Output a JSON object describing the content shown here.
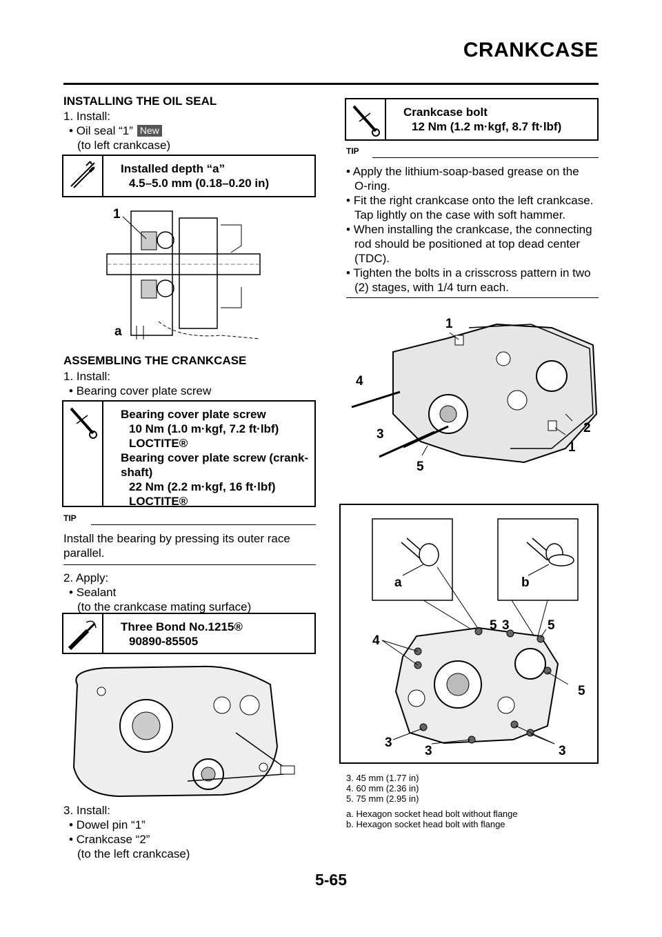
{
  "header": {
    "title": "CRANKCASE",
    "page_number": "5-65"
  },
  "left": {
    "oil_seal": {
      "title": "INSTALLING THE OIL SEAL",
      "step1": "1. Install:",
      "item": "Oil seal “1”",
      "new_badge": "New",
      "note": "(to left crankcase)",
      "spec_title": "Installed depth “a”",
      "spec_value": "4.5–5.0 mm (0.18–0.20 in)",
      "figure_labels": [
        "1",
        "a"
      ]
    },
    "assembling": {
      "title": "ASSEMBLING THE CRANKCASE",
      "step1": "1. Install:",
      "item1": "Bearing cover plate screw",
      "spec1_title": "Bearing cover plate screw",
      "spec1_value": "10 Nm (1.0 m·kgf, 7.2 ft·lbf)",
      "spec1_locktite": "LOCTITE®",
      "spec2_title_a": "Bearing cover plate screw (crank-",
      "spec2_title_b": "shaft)",
      "spec2_value": "22 Nm (2.2 m·kgf, 16 ft·lbf)",
      "spec2_locktite": "LOCTITE®",
      "tip_label": "TIP",
      "tip_text_a": "Install the bearing by pressing its outer race",
      "tip_text_b": "parallel.",
      "step2": "2. Apply:",
      "item2": "Sealant",
      "item2_note": "(to the crankcase mating surface)",
      "spec3_title": "Three Bond No.1215®",
      "spec3_value": "90890-85505",
      "step3": "3. Install:",
      "item3": "Dowel pin “1”",
      "item4": "Crankcase “2”",
      "item4_note": "(to the left crankcase)"
    }
  },
  "right": {
    "spec_title": "Crankcase bolt",
    "spec_value": "12 Nm (1.2 m·kgf, 8.7 ft·lbf)",
    "tip_label": "TIP",
    "tips": [
      [
        "Apply the lithium-soap-based grease on the",
        "O-ring."
      ],
      [
        "Fit the right crankcase onto the left crankcase.",
        "Tap lightly on the case with soft hammer."
      ],
      [
        "When installing the crankcase, the connecting",
        "rod should be positioned at top dead center",
        "(TDC)."
      ],
      [
        "Tighten the bolts in a crisscross pattern in two",
        "(2) stages, with 1/4 turn each."
      ]
    ],
    "figure1_labels": [
      "1",
      "4",
      "3",
      "5",
      "2",
      "1"
    ],
    "figure2_labels": [
      "a",
      "b",
      "5",
      "3",
      "5",
      "4",
      "5",
      "3",
      "3",
      "3"
    ],
    "legend": [
      "3. 45 mm (1.77 in)",
      "4. 60 mm (2.36 in)",
      "5. 75 mm (2.95 in)"
    ],
    "legend2": [
      "a. Hexagon socket head bolt without flange",
      "b. Hexagon socket head bolt with flange"
    ]
  }
}
